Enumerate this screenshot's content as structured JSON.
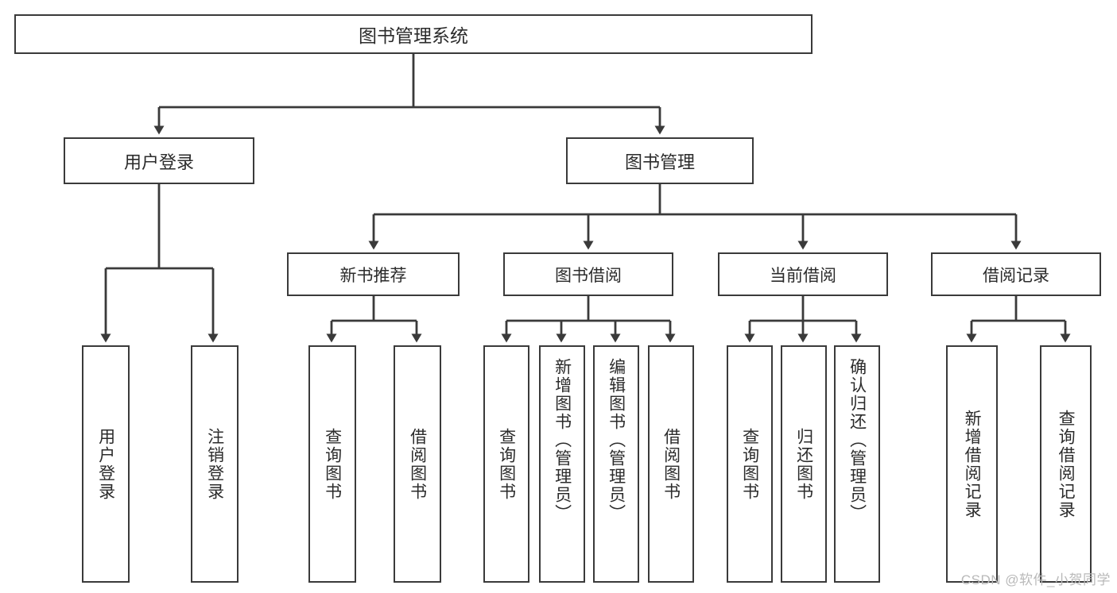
{
  "diagram": {
    "title": "图书管理系统",
    "type": "tree",
    "root": {
      "label": "图书管理系统"
    },
    "level2": [
      {
        "label": "用户登录"
      },
      {
        "label": "图书管理"
      }
    ],
    "level3": [
      {
        "label": "新书推荐"
      },
      {
        "label": "图书借阅"
      },
      {
        "label": "当前借阅"
      },
      {
        "label": "借阅记录"
      }
    ],
    "leaves": {
      "user_login": [
        {
          "label": "用户登录"
        },
        {
          "label": "注销登录"
        }
      ],
      "new_book": [
        {
          "label": "查询图书"
        },
        {
          "label": "借阅图书"
        }
      ],
      "borrow": [
        {
          "label": "查询图书"
        },
        {
          "label": "新增图书（管理员）"
        },
        {
          "label": "编辑图书（管理员）"
        },
        {
          "label": "借阅图书"
        }
      ],
      "current": [
        {
          "label": "查询图书"
        },
        {
          "label": "归还图书"
        },
        {
          "label": "确认归还（管理员）"
        }
      ],
      "records": [
        {
          "label": "新增借阅记录"
        },
        {
          "label": "查询借阅记录"
        }
      ]
    }
  },
  "watermark": {
    "text": "CSDN @软件_小贺同学"
  },
  "colors": {
    "stroke": "#3a3a3a",
    "text": "#2b2b2b",
    "background": "#ffffff",
    "watermark": "#b9b9b9"
  }
}
